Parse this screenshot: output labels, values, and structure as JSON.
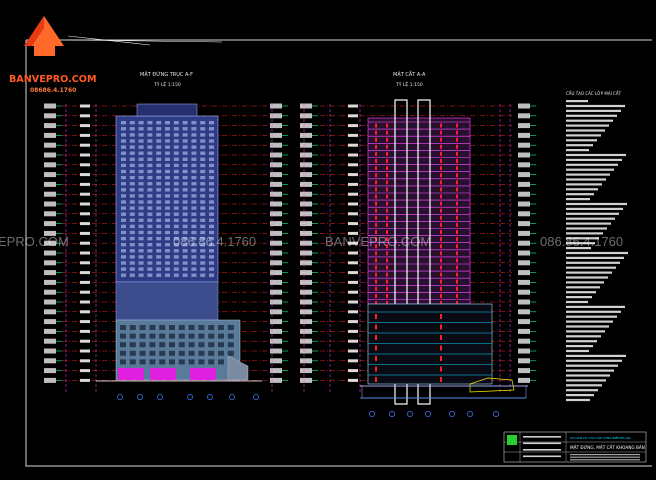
{
  "logo": {
    "brand": "BANVEPRO.COM",
    "phone": "08686.4.1760",
    "accent": "#ff5a1f",
    "icon": "house-roof-icon"
  },
  "drawing_left": {
    "title": "MẶT ĐỨNG TRỤC A-F",
    "scale": "TỶ LỆ 1:150"
  },
  "drawing_right": {
    "title": "MẶT CẮT A-A",
    "scale": "TỶ LỆ 1:150"
  },
  "watermarks": [
    "EPRO.COM",
    "086.86.4.1760",
    "BANVEPRO.COM",
    "086.86.4.1760"
  ],
  "notes": {
    "heading": "CẤU TẠO CÁC LỚP MÁI CẤT"
  },
  "title_block": {
    "line1": "CH DÂN CƯ CAO CẤP VÙNG BIỂN BÀ RỊA",
    "line2": "MẶT ĐỨNG, MẶT CẮT KHOANG BẢN"
  },
  "colors": {
    "background": "#000000",
    "level_lines": "#ff2020",
    "tower_blue": "#3a4a9a",
    "podium": "#6a8aa8",
    "cyan_lines": "#00d8ff",
    "magenta": "#ff30ff",
    "yellow": "#ffee00"
  }
}
